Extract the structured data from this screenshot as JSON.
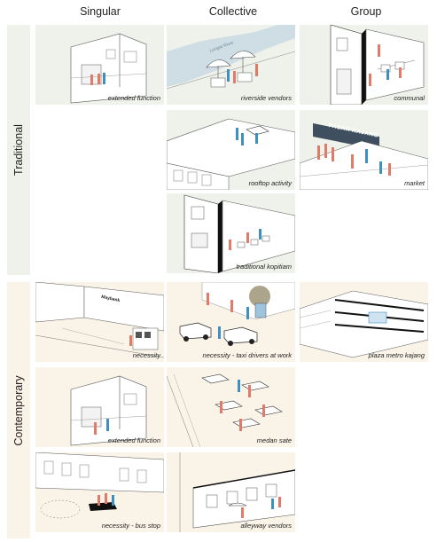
{
  "columns": [
    "Singular",
    "Collective",
    "Group"
  ],
  "rows": [
    "Traditional",
    "Contemporary"
  ],
  "panels": {
    "extended_function_trad": "extended function",
    "riverside_vendors": "riverside vendors",
    "communal": "communal",
    "rooftop_activity": "rooftop activity",
    "market": "market",
    "traditional_kopitiam": "traditional kopitiam",
    "necessity": "necessity",
    "necessity_taxi": "necessity - taxi drivers at work",
    "plaza_metro_kajang": "plaza metro kajang",
    "extended_function_cont": "extended function",
    "medan_sate": "medan sate",
    "necessity_bus_stop": "necessity - bus stop",
    "alleyway_vendors": "alleyway vendors"
  },
  "in_image_labels": {
    "river": "Langat River",
    "market_banner": "PASAR KAJANG",
    "shop_sign": "Maybank"
  },
  "colors": {
    "traditional_bg": "#eef2ea",
    "contemporary_bg": "#faf3e8",
    "figure_red": "#e07b6a",
    "figure_blue": "#3f8fc0",
    "river": "#cfdde4"
  }
}
